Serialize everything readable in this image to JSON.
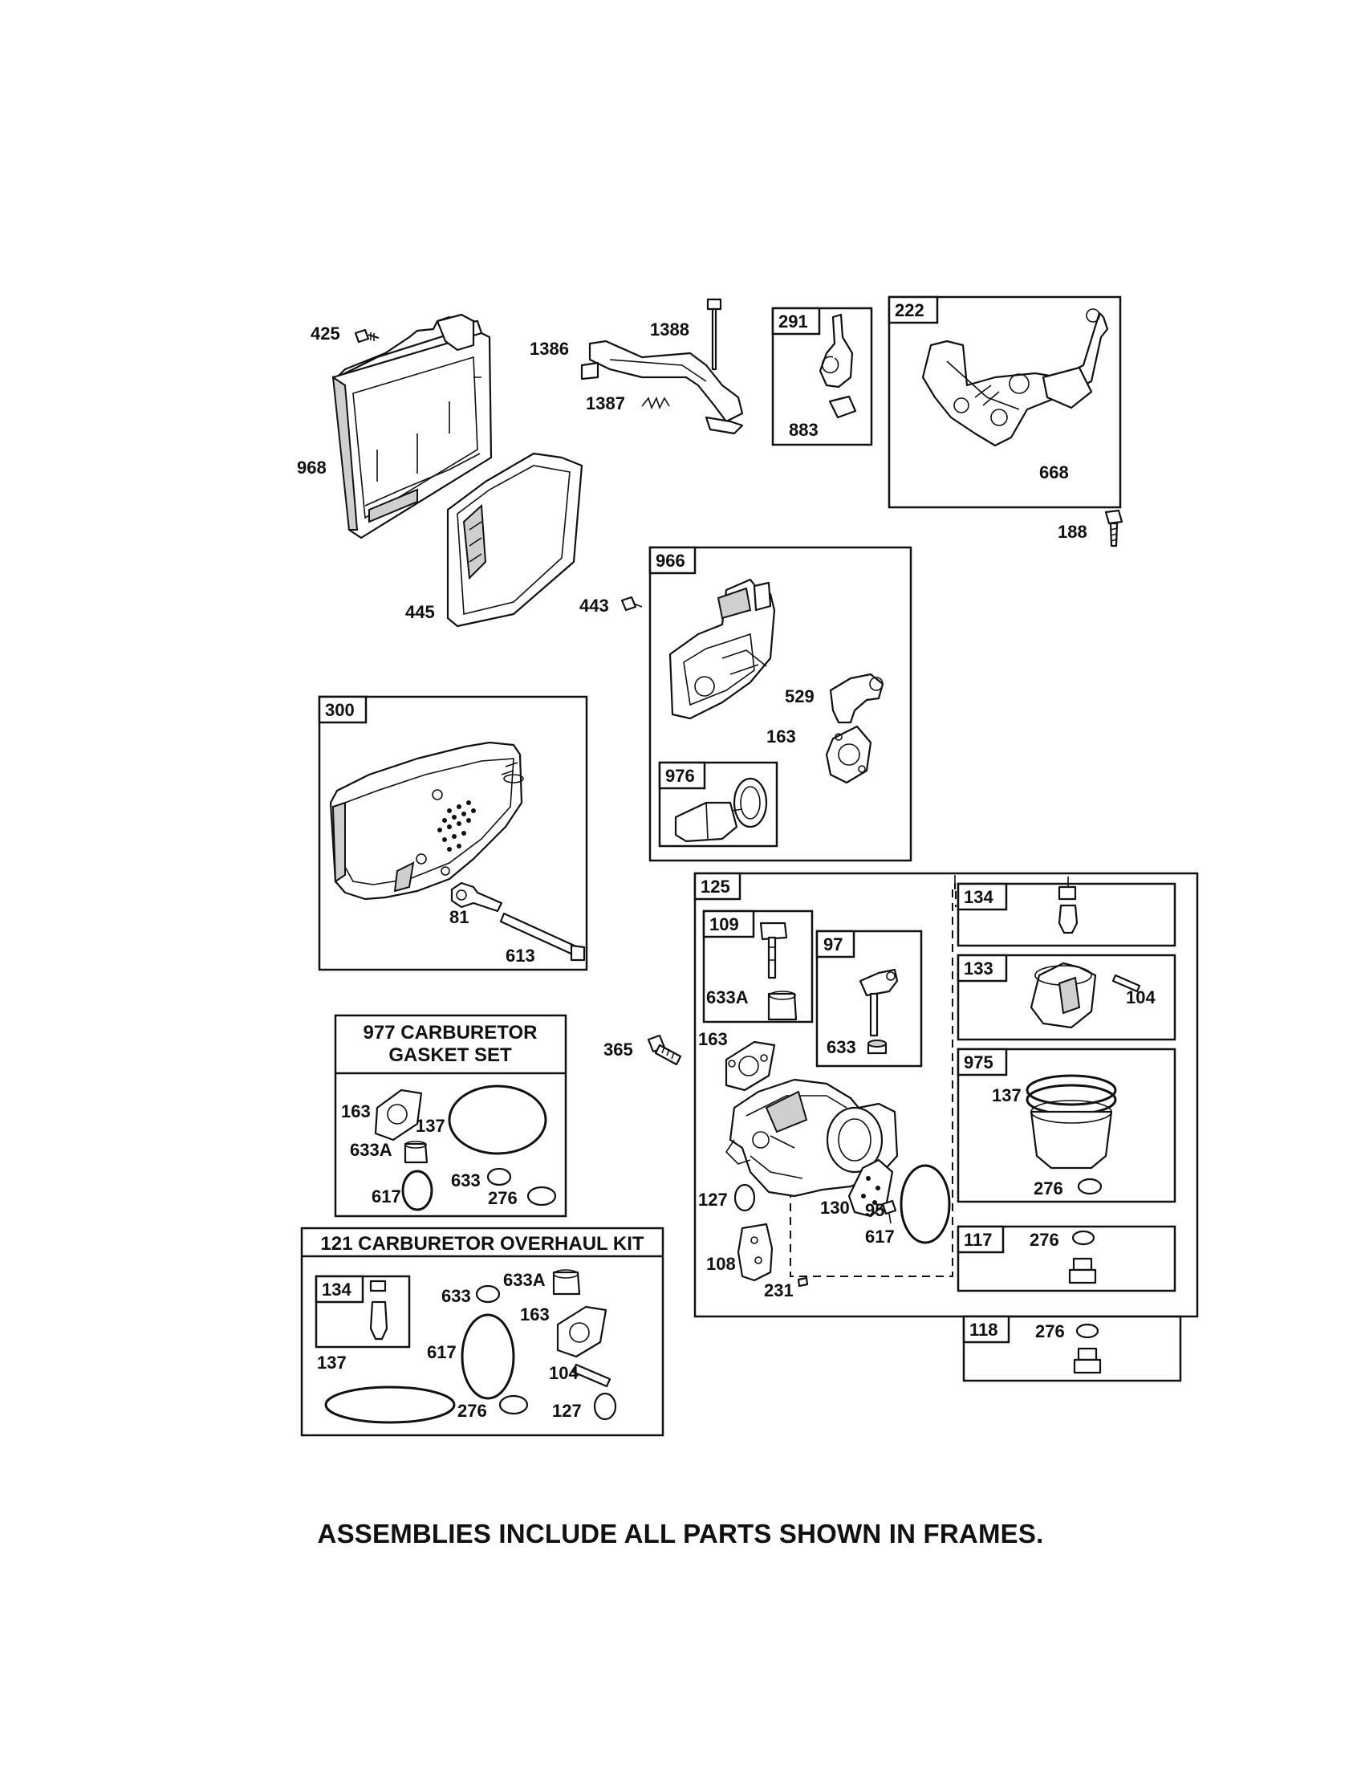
{
  "footer_note": "ASSEMBLIES INCLUDE ALL PARTS SHOWN IN FRAMES.",
  "kits": {
    "gasket_set": {
      "title_line1": "977 CARBURETOR",
      "title_line2": "GASKET SET"
    },
    "overhaul_kit": {
      "title": "121 CARBURETOR OVERHAUL KIT"
    }
  },
  "frames": {
    "f291": "291",
    "f222": "222",
    "f966": "966",
    "f976": "976",
    "f300": "300",
    "f125": "125",
    "f109": "109",
    "f97": "97",
    "f134": "134",
    "f133": "133",
    "f975": "975",
    "f117": "117",
    "f118": "118",
    "f134kit": "134"
  },
  "labels": {
    "p425": "425",
    "p968": "968",
    "p445": "445",
    "p1386": "1386",
    "p1388": "1388",
    "p1387": "1387",
    "p883": "883",
    "p668": "668",
    "p188": "188",
    "p443": "443",
    "p529": "529",
    "p163a": "163",
    "p81": "81",
    "p613": "613",
    "p633A_a": "633A",
    "p633_a": "633",
    "p365": "365",
    "p163b": "163",
    "p127a": "127",
    "p130": "130",
    "p95": "95",
    "p617a": "617",
    "p108": "108",
    "p231": "231",
    "p104a": "104",
    "p137a": "137",
    "p276a": "276",
    "p276b": "276",
    "p276c": "276",
    "g163": "163",
    "g137": "137",
    "g633A": "633A",
    "g617": "617",
    "g633": "633",
    "g276": "276",
    "k633": "633",
    "k633A": "633A",
    "k163": "163",
    "k617": "617",
    "k104": "104",
    "k137": "137",
    "k276": "276",
    "k127": "127"
  }
}
